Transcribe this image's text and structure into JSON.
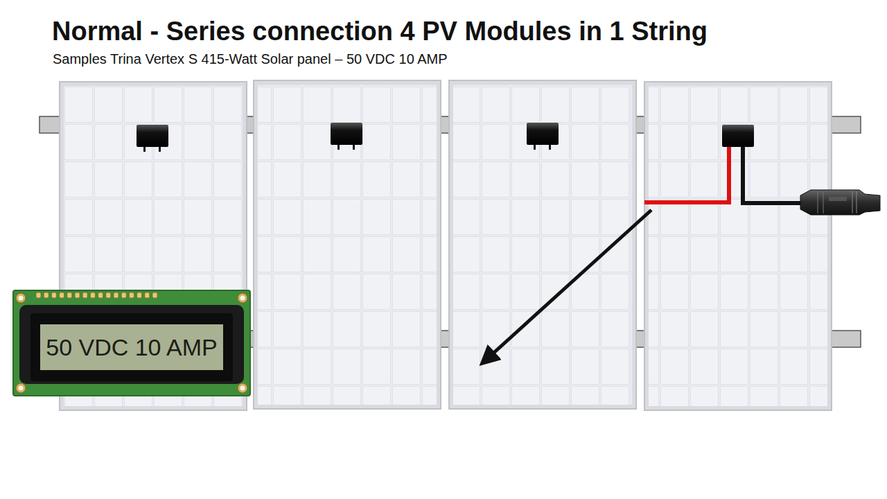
{
  "diagram": {
    "title": "Normal - Series connection 4 PV Modules in 1 String",
    "nodes": [
      {
        "text": [
          "50 VDC 10 AMP"
        ]
      }
    ],
    "labels": [
      "Samples Trina Vertex S 415-Watt Solar panel – 50 VDC 10 AMP"
    ]
  }
}
